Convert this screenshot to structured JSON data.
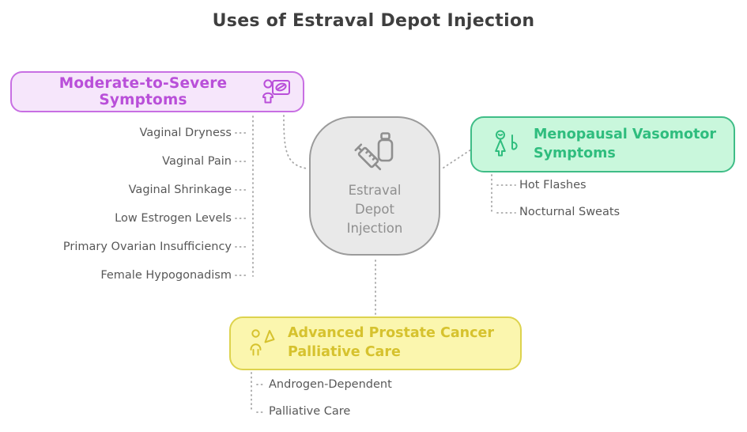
{
  "title": "Uses of Estraval Depot Injection",
  "center": {
    "label": "Estraval Depot Injection",
    "icon": "syringe-vial-icon"
  },
  "branches": {
    "moderate": {
      "label": "Moderate-to-Severe Symptoms",
      "icon": "doctor-presentation-icon",
      "items": [
        "Vaginal Dryness",
        "Vaginal Pain",
        "Vaginal Shrinkage",
        "Low Estrogen Levels",
        "Primary Ovarian Insufficiency",
        "Female Hypogonadism"
      ]
    },
    "menopausal": {
      "label": "Menopausal Vasomotor Symptoms",
      "icon": "female-patient-icon",
      "items": [
        "Hot Flashes",
        "Nocturnal Sweats"
      ]
    },
    "prostate": {
      "label": "Advanced Prostate Cancer Palliative Care",
      "icon": "male-ribbon-icon",
      "items": [
        "Androgen-Dependent",
        "Palliative Care"
      ]
    }
  },
  "colors": {
    "purple-border": "#c86fe3",
    "purple-fill": "#f6e6fb",
    "purple-text": "#b94fd9",
    "green-border": "#3fbd87",
    "green-fill": "#c9f7dc",
    "green-text": "#2fbd7e",
    "yellow-border": "#ddd34e",
    "yellow-fill": "#fbf6ae",
    "yellow-text": "#d6c22e",
    "node-border": "#9b9b9b",
    "node-fill": "#e9e9e9",
    "node-text": "#8f8f8f",
    "connector": "#a6a6a6",
    "item-text": "#585858",
    "title-text": "#3f3f3f",
    "background": "#ffffff"
  }
}
